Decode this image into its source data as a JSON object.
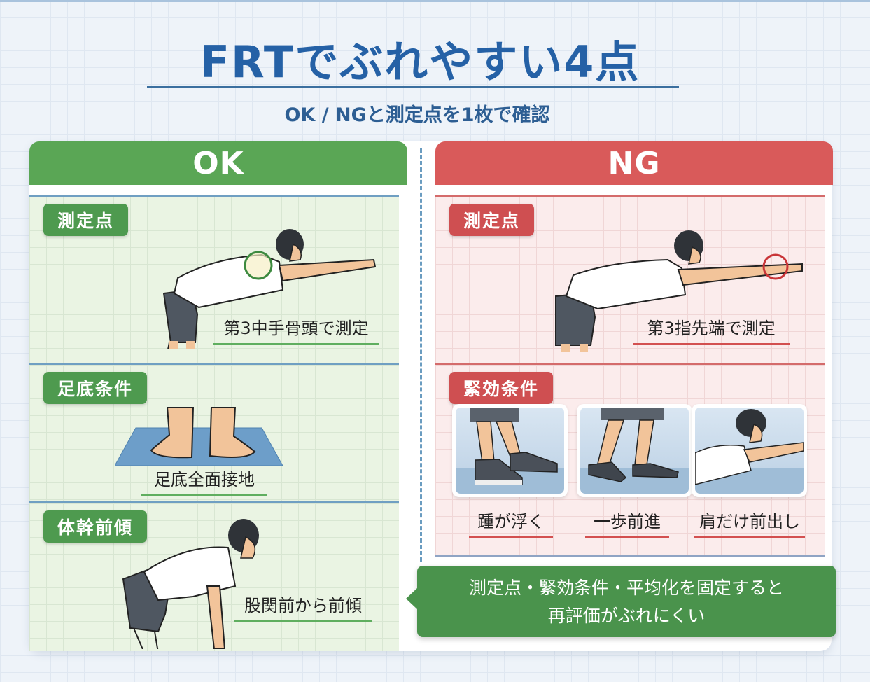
{
  "header": {
    "title": "FRTでぶれやすい4点",
    "subtitle": "OK / NGと測定点を1枚で確認"
  },
  "colors": {
    "title_blue": "#2561a6",
    "ok_green": "#5aa655",
    "ng_red": "#d95a5a",
    "bubble_green": "#4a934c"
  },
  "ok_panel": {
    "heading": "OK",
    "sections": [
      {
        "tag": "測定点",
        "caption": "第3中手骨頭で測定",
        "illustration": "person-reaching-forward-marker-at-shoulder"
      },
      {
        "tag": "足底条件",
        "caption": "足底全面接地",
        "illustration": "feet-flat-on-mat"
      },
      {
        "tag": "体幹前傾",
        "caption": "股関前から前傾",
        "illustration": "person-hip-hinge"
      }
    ]
  },
  "ng_panel": {
    "heading": "NG",
    "sections": [
      {
        "tag": "測定点",
        "caption": "第3指先端で測定",
        "illustration": "person-reaching-forward-marker-at-fingertip"
      },
      {
        "tag": "緊効条件",
        "thumbnails": [
          {
            "caption": "踵が浮く",
            "illustration": "heel-lifting-sneakers"
          },
          {
            "caption": "一歩前進",
            "illustration": "stepping-forward-shoes"
          },
          {
            "caption": "肩だけ前出し",
            "illustration": "shoulder-only-reach"
          }
        ]
      }
    ]
  },
  "callout": {
    "line1": "測定点・緊効条件・平均化を固定すると",
    "line2": "再評価がぶれにくい"
  }
}
